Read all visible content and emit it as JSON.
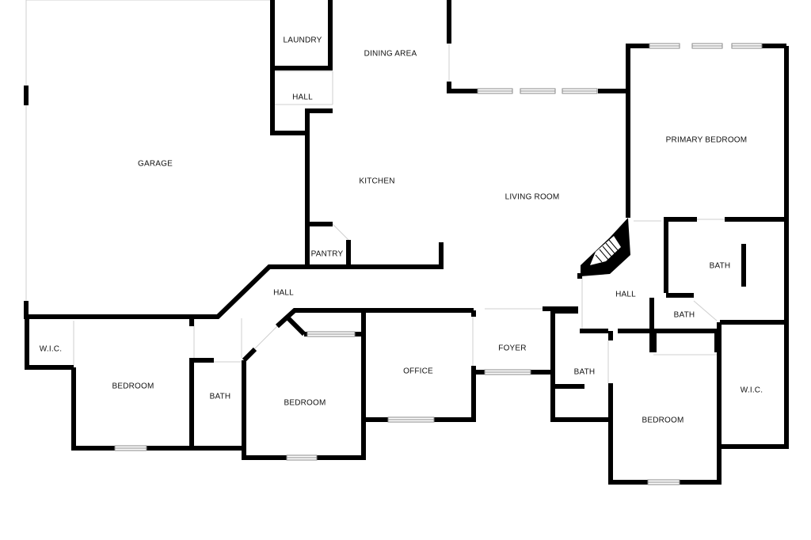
{
  "rooms": {
    "garage": "GARAGE",
    "laundry": "LAUNDRY",
    "hall_upper": "HALL",
    "dining_area": "DINING AREA",
    "kitchen": "KITCHEN",
    "pantry": "PANTRY",
    "living_room": "LIVING ROOM",
    "primary_bedroom": "PRIMARY BEDROOM",
    "primary_bath": "BATH",
    "primary_bath_small": "BATH",
    "primary_wic": "W.I.C.",
    "hall_center": "HALL",
    "hall_right": "HALL",
    "wic_left": "W.I.C.",
    "bedroom_left": "BEDROOM",
    "bath_left": "BATH",
    "bedroom_center": "BEDROOM",
    "office": "OFFICE",
    "foyer": "FOYER",
    "bath_right": "BATH",
    "bedroom_right": "BEDROOM"
  },
  "colors": {
    "wall": "#000000",
    "background": "#ffffff",
    "window_frame": "#9a9a9a",
    "opening_line": "#cfcfcf"
  }
}
